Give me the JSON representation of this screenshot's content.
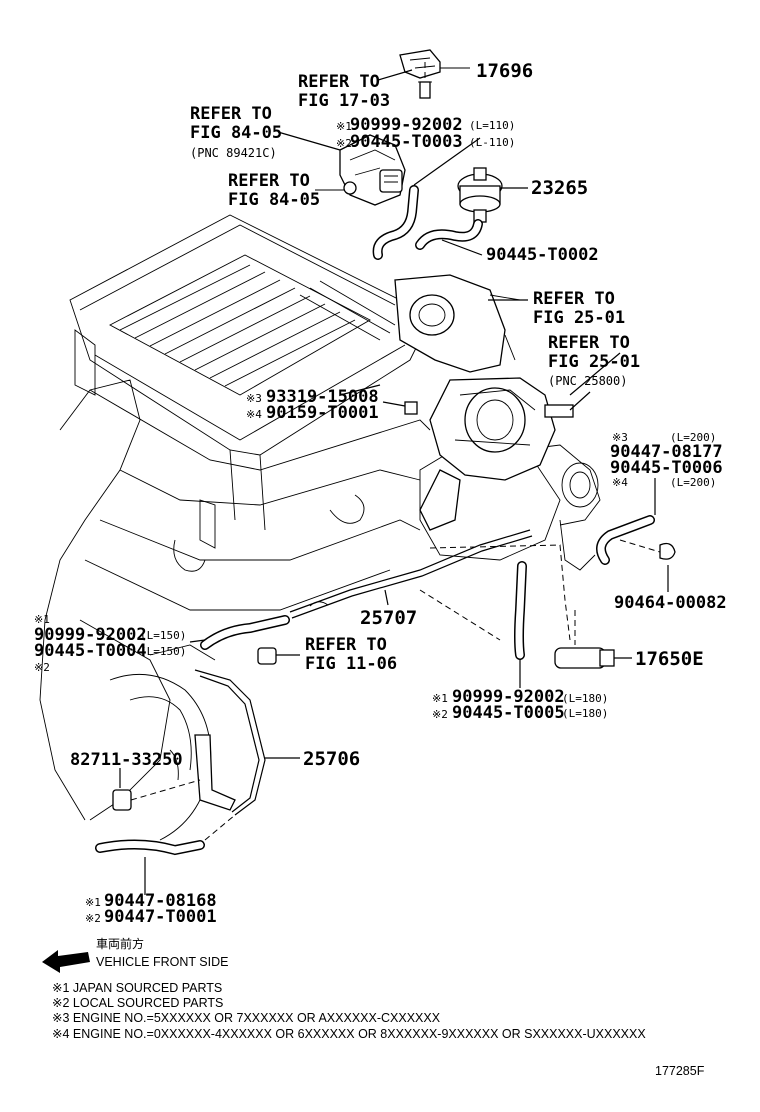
{
  "callouts": {
    "p17696": "17696",
    "ref_fig_17_03_a": "REFER TO",
    "ref_fig_17_03_b": "FIG 17-03",
    "ref_fig_84_05_a": "REFER TO",
    "ref_fig_84_05_b": "FIG 84-05",
    "pnc_89421c": "(PNC 89421C)",
    "ref_fig_84_05_2a": "REFER TO",
    "ref_fig_84_05_2b": "FIG 84-05",
    "hose_top_1_mark": "※1",
    "hose_top_1": "90999-92002",
    "hose_top_1_len": "(L=110)",
    "hose_top_2_mark": "※2",
    "hose_top_2": "90445-T0003",
    "hose_top_2_len": "(L-110)",
    "p23265": "23265",
    "p90445_t0002": "90445-T0002",
    "ref_fig_25_01_a": "REFER TO",
    "ref_fig_25_01_b": "FIG 25-01",
    "ref_fig_25_01_2a": "REFER TO",
    "ref_fig_25_01_2b": "FIG 25-01",
    "pnc_25800": "(PNC 25800)",
    "bolt_3_mark": "※3",
    "bolt_3": "93319-15008",
    "bolt_4_mark": "※4",
    "bolt_4": "90159-T0001",
    "right_3_mark": "※3",
    "right_3_len": "(L=200)",
    "right_3": "90447-08177",
    "right_4": "90445-T0006",
    "right_4_mark": "※4",
    "right_4_len": "(L=200)",
    "p90464_00082": "90464-00082",
    "p25707": "25707",
    "left_1_mark": "※1",
    "left_1": "90999-92002",
    "left_1_len": "(L=150)",
    "left_2": "90445-T0004",
    "left_2_len": "(L=150)",
    "left_2_mark": "※2",
    "ref_fig_11_06_a": "REFER TO",
    "ref_fig_11_06_b": "FIG 11-06",
    "p17650e": "17650E",
    "mid_1_mark": "※1",
    "mid_1": "90999-92002",
    "mid_1_len": "(L=180)",
    "mid_2_mark": "※2",
    "mid_2": "90445-T0005",
    "mid_2_len": "(L=180)",
    "p82711_33250": "82711-33250",
    "p25706": "25706",
    "bot_1_mark": "※1",
    "bot_1": "90447-08168",
    "bot_2_mark": "※2",
    "bot_2": "90447-T0001"
  },
  "legend": {
    "front_jp": "車両前方",
    "front_en": "VEHICLE FRONT SIDE",
    "note1": "※1 JAPAN SOURCED PARTS",
    "note2": "※2 LOCAL SOURCED PARTS",
    "note3": "※3 ENGINE NO.=5XXXXXX OR 7XXXXXX OR AXXXXXX-CXXXXXX",
    "note4": "※4 ENGINE NO.=0XXXXXX-4XXXXXX OR 6XXXXXX OR 8XXXXXX-9XXXXXX OR SXXXXXX-UXXXXXX",
    "figure_code": "177285F"
  },
  "icons": {
    "arrow": "front-direction-arrow-icon"
  }
}
